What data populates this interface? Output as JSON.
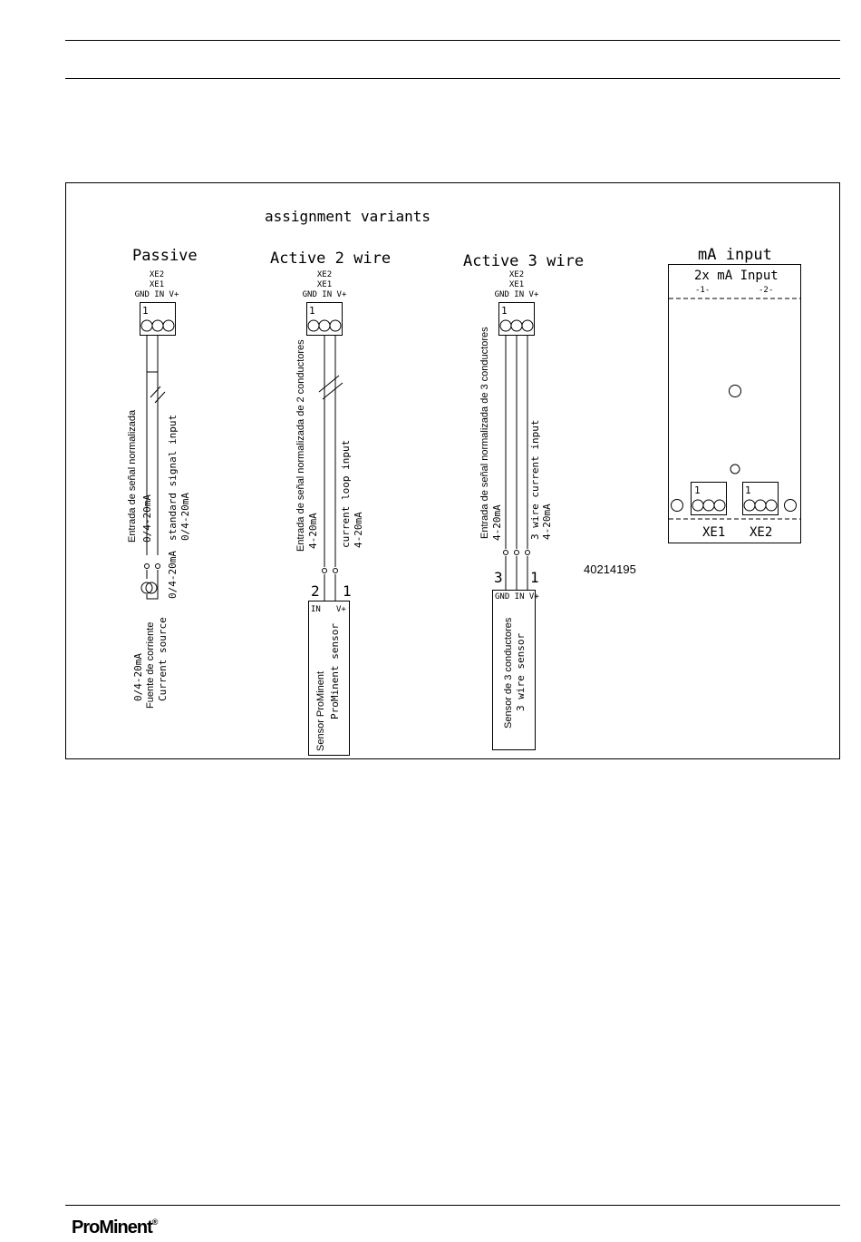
{
  "header": {
    "rules": 2
  },
  "diagram": {
    "title": "assignment variants",
    "drawing_number": "40214195",
    "terminal_labels": {
      "xe2": "XE2",
      "xe1": "XE1",
      "pins": "GND IN V+",
      "pin_one": "1"
    },
    "passive": {
      "heading": "Passive",
      "vertical_es": "Entrada de señal normalizada",
      "signal_left": "0/4-20mA",
      "signal_input": "standard signal input",
      "signal_input_range": "0/4-20mA",
      "bottom_range": "0/4-20mA",
      "source_range": "0/4-20mA",
      "source_es": "Fuente de corriente",
      "source_en": "Current source"
    },
    "active2": {
      "heading": "Active 2 wire",
      "vertical_es": "Entrada de señal normalizada de 2 conductores",
      "range_left": "4-20mA",
      "loop_input": "current loop input",
      "loop_range": "4-20mA",
      "wire_2": "2",
      "wire_1": "1",
      "sensor_in": "IN",
      "sensor_v": "V+",
      "sensor_es": "Sensor ProMinent",
      "sensor_en": "ProMinent sensor"
    },
    "active3": {
      "heading": "Active 3 wire",
      "vertical_es": "Entrada de señal normalizada de 3 conductores",
      "range_left": "4-20mA",
      "wire_input": "3 wire current input",
      "wire_range": "4-20mA",
      "wire_3": "3",
      "wire_1": "1",
      "sensor_pins": "GND IN V+",
      "sensor_es": "Sensor de 3 conductores",
      "sensor_en": "3 wire sensor"
    },
    "ma_input": {
      "heading": "mA input",
      "board_title": "2x mA Input",
      "ch1": "-1-",
      "ch2": "-2-",
      "xe1": "XE1",
      "xe2": "XE2",
      "pin_one": "1"
    }
  },
  "footer": {
    "logo_pro": "Pro",
    "logo_minent": "Minent",
    "logo_reg": "®"
  }
}
